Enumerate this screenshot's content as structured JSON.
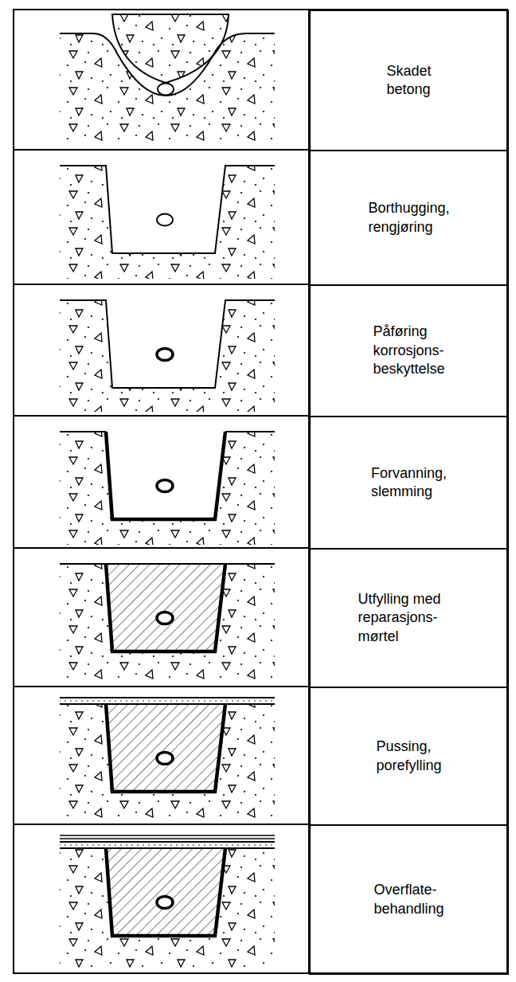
{
  "diagram": {
    "nodes": [
      {
        "text": [
          "Skadet betong"
        ]
      },
      {
        "text": [
          "Borthugging, rengjøring"
        ]
      },
      {
        "text": [
          "Påføring korrosjons- beskyttelse"
        ]
      },
      {
        "text": [
          "Forvanning, slemming"
        ]
      },
      {
        "text": [
          "Utfylling med reparasjons- mørtel"
        ]
      },
      {
        "text": [
          "Pussing, porefylling"
        ]
      },
      {
        "text": [
          "Overflate- behandling"
        ]
      }
    ]
  }
}
